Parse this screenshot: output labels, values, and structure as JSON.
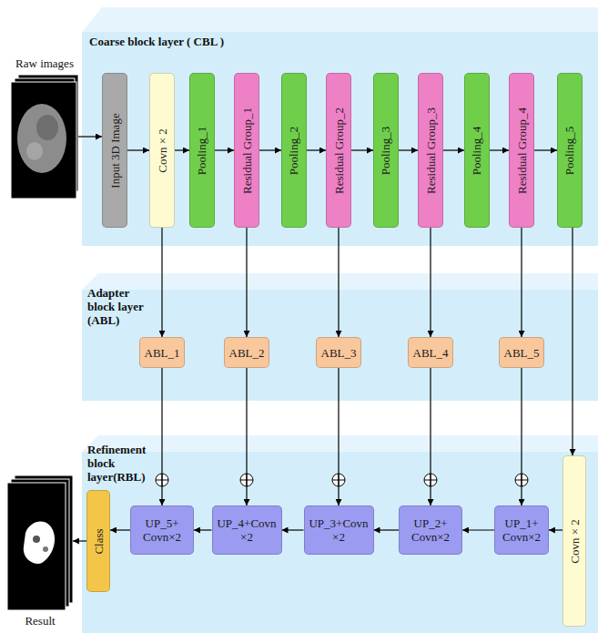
{
  "diagram": {
    "nodes": [
      {
        "text": [
          "Raw images"
        ]
      },
      {
        "text": [
          "Coarse block layer ( CBL )"
        ]
      },
      {
        "text": [
          "Input 3D Image"
        ],
        "in": 1
      },
      {
        "text": [
          "Covn × 2"
        ],
        "in": 1
      },
      {
        "text": [
          "Pooling_1"
        ],
        "in": 1
      },
      {
        "text": [
          "Residual Group_1"
        ],
        "in": 1
      },
      {
        "text": [
          "Pooling_2"
        ],
        "in": 1
      },
      {
        "text": [
          "Residual Group_2"
        ],
        "in": 1
      },
      {
        "text": [
          "Pooling_3"
        ],
        "in": 1
      },
      {
        "text": [
          "Residual Group_3"
        ],
        "in": 1
      },
      {
        "text": [
          "Pooling_4"
        ],
        "in": 1
      },
      {
        "text": [
          "Residual Group_4"
        ],
        "in": 1
      },
      {
        "text": [
          "Pooling_5"
        ],
        "in": 1
      },
      {
        "text": [
          "Adapter block layer (ABL)"
        ]
      },
      {
        "text": [
          "ABL_1"
        ],
        "in": 13
      },
      {
        "text": [
          "ABL_2"
        ],
        "in": 13
      },
      {
        "text": [
          "ABL_3"
        ],
        "in": 13
      },
      {
        "text": [
          "ABL_4"
        ],
        "in": 13
      },
      {
        "text": [
          "ABL_5"
        ],
        "in": 13
      },
      {
        "text": [
          "Refinement block layer(RBL)"
        ]
      },
      {
        "text": [
          "Covn × 2"
        ],
        "in": 19
      },
      {
        "text": [
          "UP_1+ Covn×2"
        ],
        "in": 19
      },
      {
        "text": [
          "UP_2+ Covn×2"
        ],
        "in": 19
      },
      {
        "text": [
          "UP_3+Covn ×2"
        ],
        "in": 19
      },
      {
        "text": [
          "UP_4+Covn ×2"
        ],
        "in": 19
      },
      {
        "text": [
          "UP_5+ Covn×2"
        ],
        "in": 19
      },
      {
        "text": [
          "Class"
        ],
        "in": 19
      },
      {
        "text": [
          "Result"
        ]
      }
    ],
    "edges": [
      {
        "from": 0,
        "to": 2,
        "arrow": "to"
      },
      {
        "from": 2,
        "to": 3,
        "arrow": "to"
      },
      {
        "from": 3,
        "to": 4,
        "arrow": "to"
      },
      {
        "from": 4,
        "to": 5,
        "arrow": "to"
      },
      {
        "from": 5,
        "to": 6,
        "arrow": "to"
      },
      {
        "from": 6,
        "to": 7,
        "arrow": "to"
      },
      {
        "from": 7,
        "to": 8,
        "arrow": "to"
      },
      {
        "from": 8,
        "to": 9,
        "arrow": "to"
      },
      {
        "from": 9,
        "to": 10,
        "arrow": "to"
      },
      {
        "from": 10,
        "to": 11,
        "arrow": "to"
      },
      {
        "from": 11,
        "to": 12,
        "arrow": "to"
      },
      {
        "from": 3,
        "to": 14,
        "arrow": "to"
      },
      {
        "from": 5,
        "to": 15,
        "arrow": "to"
      },
      {
        "from": 7,
        "to": 16,
        "arrow": "to"
      },
      {
        "from": 9,
        "to": 17,
        "arrow": "to"
      },
      {
        "from": 11,
        "to": 18,
        "arrow": "to"
      },
      {
        "from": 14,
        "to": 25,
        "arrow": "to"
      },
      {
        "from": 15,
        "to": 24,
        "arrow": "to"
      },
      {
        "from": 16,
        "to": 23,
        "arrow": "to"
      },
      {
        "from": 17,
        "to": 22,
        "arrow": "to"
      },
      {
        "from": 18,
        "to": 21,
        "arrow": "to"
      },
      {
        "from": 12,
        "to": 20,
        "arrow": "to"
      },
      {
        "from": 20,
        "to": 21,
        "arrow": "to"
      },
      {
        "from": 21,
        "to": 22,
        "arrow": "to"
      },
      {
        "from": 22,
        "to": 23,
        "arrow": "to"
      },
      {
        "from": 23,
        "to": 24,
        "arrow": "to"
      },
      {
        "from": 24,
        "to": 25,
        "arrow": "to"
      },
      {
        "from": 25,
        "to": 26,
        "arrow": "to"
      },
      {
        "from": 26,
        "to": 27,
        "arrow": "to"
      }
    ]
  }
}
